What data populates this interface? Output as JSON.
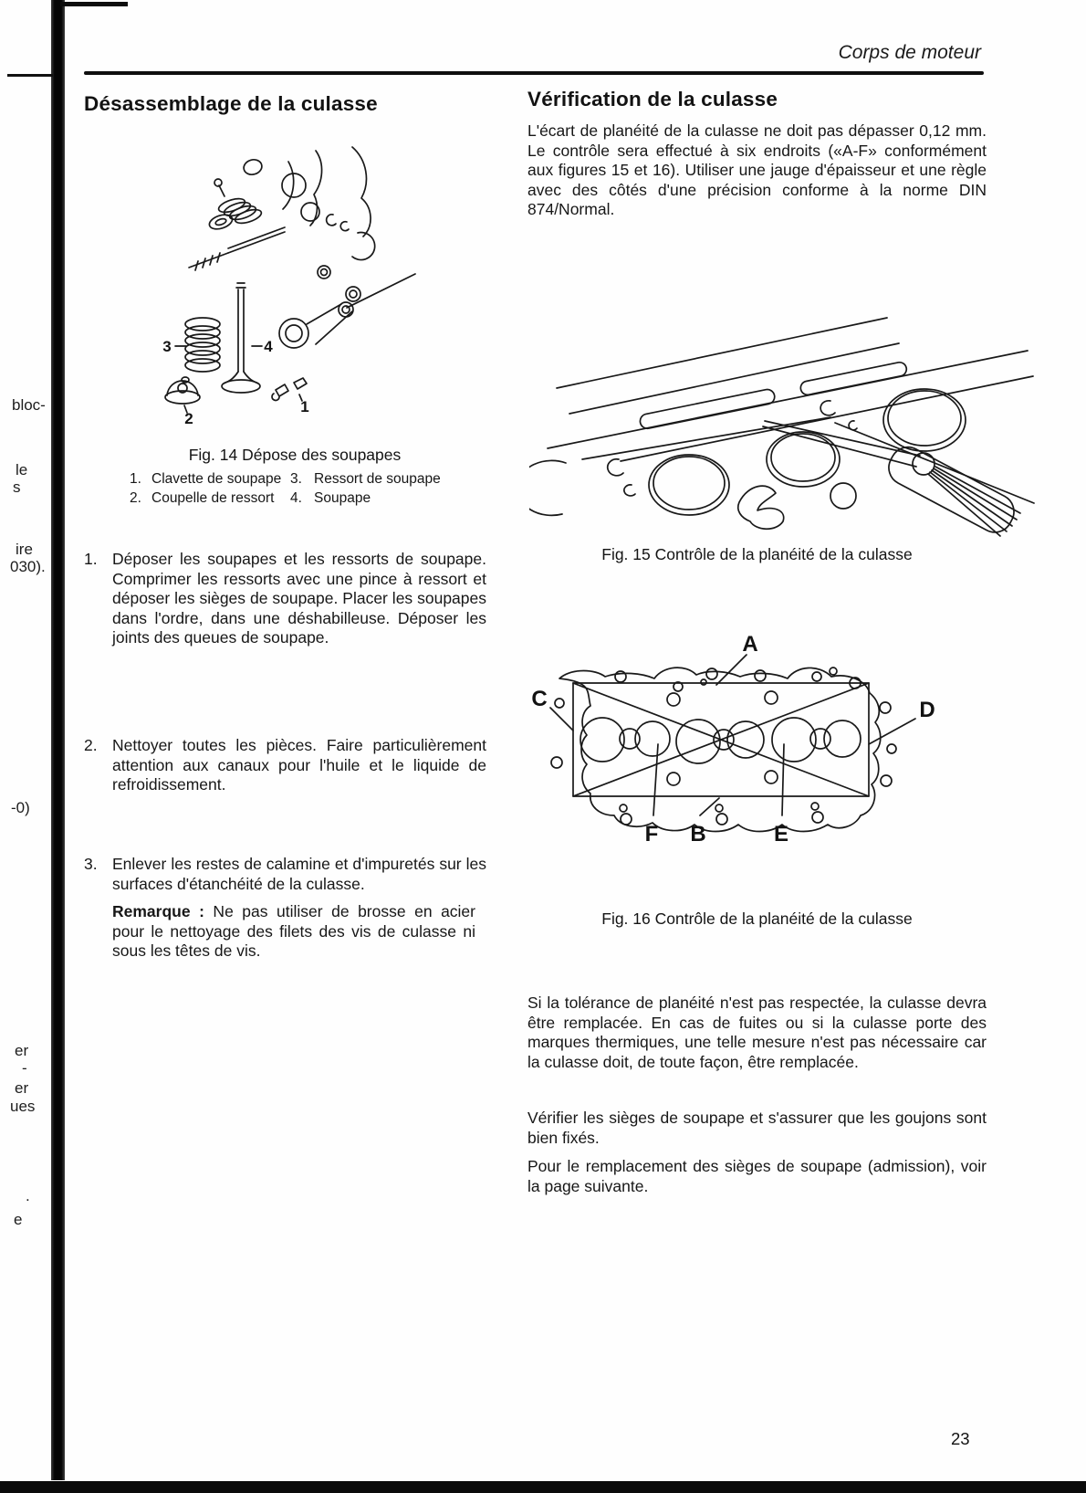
{
  "page": {
    "header": "Corps de moteur",
    "page_number": "23"
  },
  "left_column": {
    "heading": "Désassemblage de la culasse",
    "fig14": {
      "caption": "Fig. 14 Dépose des soupapes",
      "part_labels": [
        "1",
        "2",
        "3",
        "4"
      ],
      "legend": [
        {
          "num": "1.",
          "label": "Clavette de soupape"
        },
        {
          "num": "2.",
          "label": "Coupelle de ressort"
        },
        {
          "num": "3.",
          "label": "Ressort de soupape"
        },
        {
          "num": "4.",
          "label": "Soupape"
        }
      ]
    },
    "steps": [
      {
        "num": "1.",
        "text": "Déposer les soupapes et les ressorts de soupape. Comprimer les ressorts avec une pince à ressort et déposer les sièges de soupape. Placer les soupapes dans l'ordre, dans une déshabilleuse. Déposer les joints des queues de soupape."
      },
      {
        "num": "2.",
        "text": "Nettoyer toutes les pièces. Faire particulièrement attention aux canaux pour l'huile et le liquide de refroidissement."
      },
      {
        "num": "3.",
        "text": "Enlever les restes de calamine et d'impuretés sur les surfaces d'étanchéité de la culasse."
      }
    ],
    "remark_label": "Remarque :",
    "remark_text": " Ne pas utiliser de brosse en acier pour le nettoyage des filets des vis de culasse ni sous les têtes de vis."
  },
  "right_column": {
    "heading": "Vérification de la culasse",
    "intro": "L'écart de planéité de la culasse ne doit pas dépasser 0,12 mm. Le contrôle sera effectué à six endroits («A-F» conformément aux figures 15 et 16). Utiliser une jauge d'épaisseur et une règle avec des côtés d'une précision conforme à la norme DIN 874/Normal.",
    "fig15_caption": "Fig. 15 Contrôle de la planéité de la culasse",
    "fig16_caption": "Fig. 16 Contrôle de la planéité de la culasse",
    "fig16_labels": {
      "a": "A",
      "b": "B",
      "c": "C",
      "d": "D",
      "e": "E",
      "f": "F"
    },
    "para1": "Si la tolérance de planéité n'est pas respectée, la culasse devra être remplacée. En cas de fuites ou si la culasse porte des marques thermiques, une telle mesure n'est pas nécessaire car la culasse doit, de toute façon, être remplacée.",
    "para2": "Vérifier les sièges de soupape et s'assurer que les goujons sont bien fixés.",
    "para3": "Pour le remplacement des sièges de soupape (admission), voir la page suivante."
  },
  "margin_fragments": [
    "bloc-",
    "le",
    "s",
    "ire",
    "030).",
    "-0)",
    "er",
    "-",
    "er",
    "ues",
    ".",
    "e"
  ]
}
